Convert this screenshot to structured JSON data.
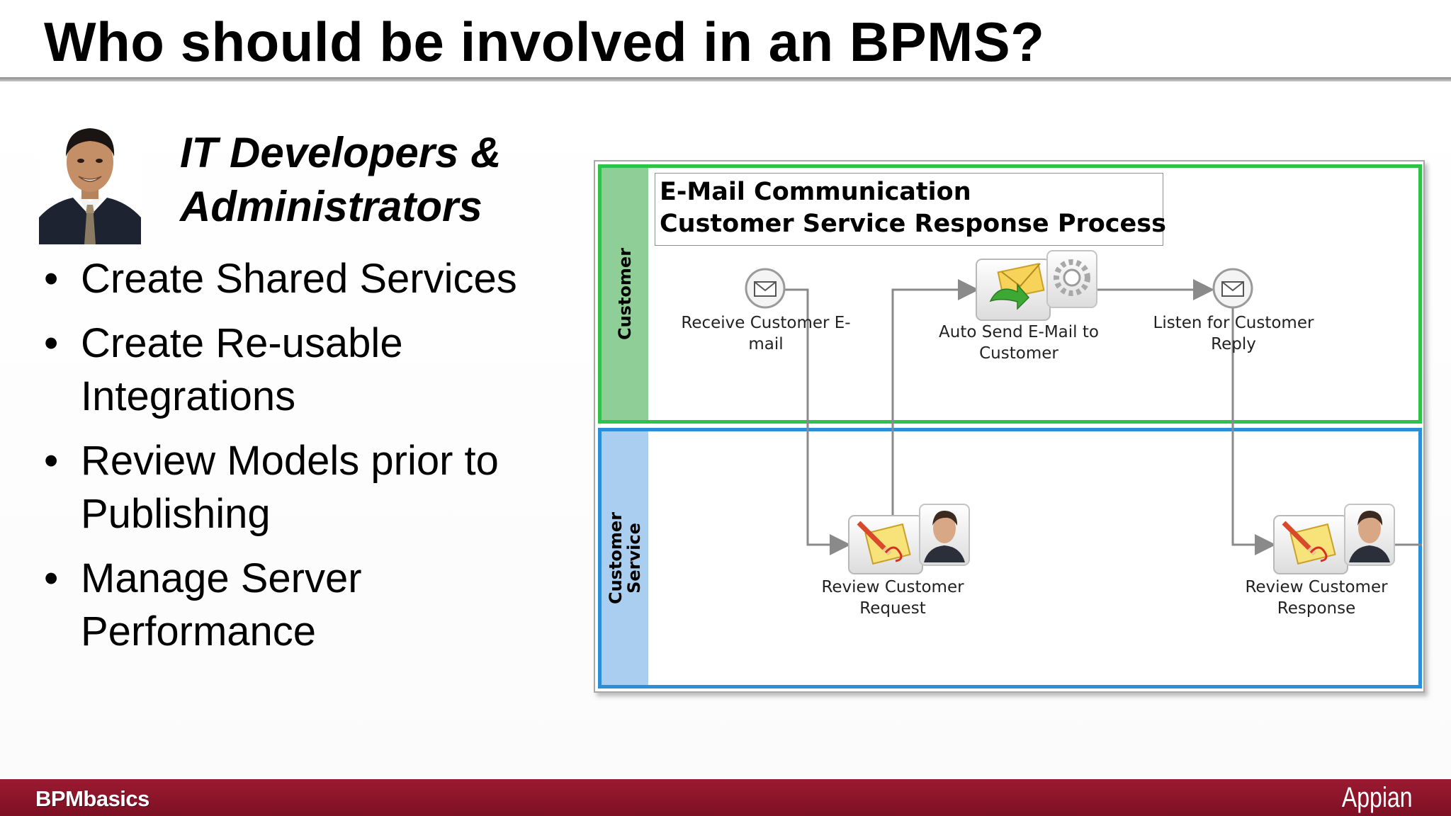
{
  "slide": {
    "title": "Who should be involved in an BPMS?",
    "role_line1": "IT Developers &",
    "role_line2": "Administrators",
    "bullets": [
      {
        "text": "Create Shared Services"
      },
      {
        "text": "Create Re-usable Integrations"
      },
      {
        "text": "Review Models prior to Publishing"
      },
      {
        "text": "Manage Server Performance"
      }
    ],
    "bullet_symbol": "•"
  },
  "diagram": {
    "title_line1": "E-Mail Communication",
    "title_line2": "Customer Service Response Process",
    "lanes": {
      "customer": "Customer",
      "service_line1": "Customer",
      "service_line2": "Service"
    },
    "nodes": {
      "receive_line1": "Receive Customer E-",
      "receive_line2": "mail",
      "autosend_line1": "Auto Send E-Mail to",
      "autosend_line2": "Customer",
      "listen_line1": "Listen for Customer",
      "listen_line2": "Reply",
      "review_request_line1": "Review Customer",
      "review_request_line2": "Request",
      "review_response_line1": "Review Customer",
      "review_response_line2": "Response"
    },
    "colors": {
      "customer_lane_border": "#2fc24a",
      "customer_lane_fill": "#8fce96",
      "service_lane_border": "#2a8fd8",
      "service_lane_fill": "#a9cef0",
      "flow_line": "#8a8a8a"
    },
    "icons": [
      "envelope-event-icon",
      "send-mail-task-icon",
      "gear-icon",
      "user-task-icon",
      "person-photo-icon"
    ]
  },
  "footer": {
    "left_brand": "BPMbasics",
    "right_brand": "Appian",
    "color": "#8b1429"
  }
}
